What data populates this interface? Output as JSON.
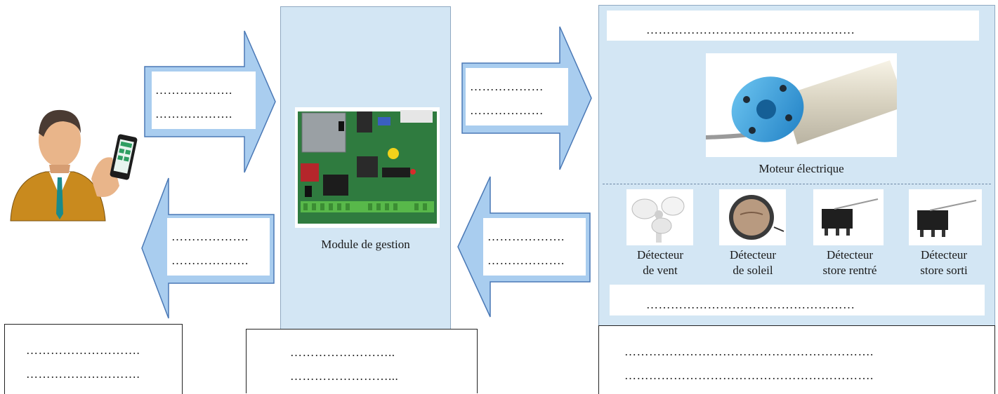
{
  "module": {
    "caption": "Module de gestion",
    "arrow_in_line1": "……………….",
    "arrow_in_line2": "……………….",
    "arrow_out_line1": "……………….",
    "arrow_out_line2": "……………….",
    "bottom_line1": "……………………..",
    "bottom_line2": "……………………..."
  },
  "user": {
    "bottom_line1": "……………………….",
    "bottom_line2": "………………………."
  },
  "actuators": {
    "top_label": "……………………………………………",
    "motor_caption": "Moteur électrique",
    "arrow_in_line1": "………………",
    "arrow_in_line2": "………………",
    "arrow_out_line1": "……………….",
    "arrow_out_line2": "……………….",
    "sensors": [
      {
        "line1": "Détecteur",
        "line2": "de vent",
        "icon": "anemometer-icon"
      },
      {
        "line1": "Détecteur",
        "line2": "de soleil",
        "icon": "light-sensor-icon"
      },
      {
        "line1": "Détecteur",
        "line2": "store rentré",
        "icon": "limit-switch-icon"
      },
      {
        "line1": "Détecteur",
        "line2": "store sorti",
        "icon": "limit-switch-icon"
      }
    ],
    "sensors_label": "……………………………………………",
    "bottom_line1": "…………………………………………………….",
    "bottom_line2": "……………………………………………………."
  },
  "colors": {
    "panel": "#d3e6f4",
    "arrow": "#a9cdef",
    "arrow_stroke": "#4a78b5"
  }
}
